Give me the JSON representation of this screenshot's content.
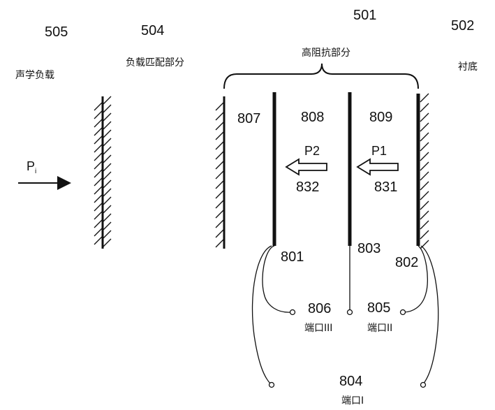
{
  "numbers": {
    "n505": "505",
    "n504": "504",
    "n501": "501",
    "n502": "502",
    "n807": "807",
    "n808": "808",
    "n809": "809",
    "n832": "832",
    "n831": "831",
    "n801": "801",
    "n803": "803",
    "n802": "802",
    "n806": "806",
    "n805": "805",
    "n804": "804"
  },
  "labels": {
    "acoustic_load": "声学负载",
    "load_matching": "负载匹配部分",
    "high_impedance": "高阻抗部分",
    "substrate": "衬底",
    "port1": "端口I",
    "port2": "端口II",
    "port3": "端口III"
  },
  "symbols": {
    "p2": "P2",
    "p1": "P1",
    "pi": "P",
    "pi_sub": "i"
  }
}
